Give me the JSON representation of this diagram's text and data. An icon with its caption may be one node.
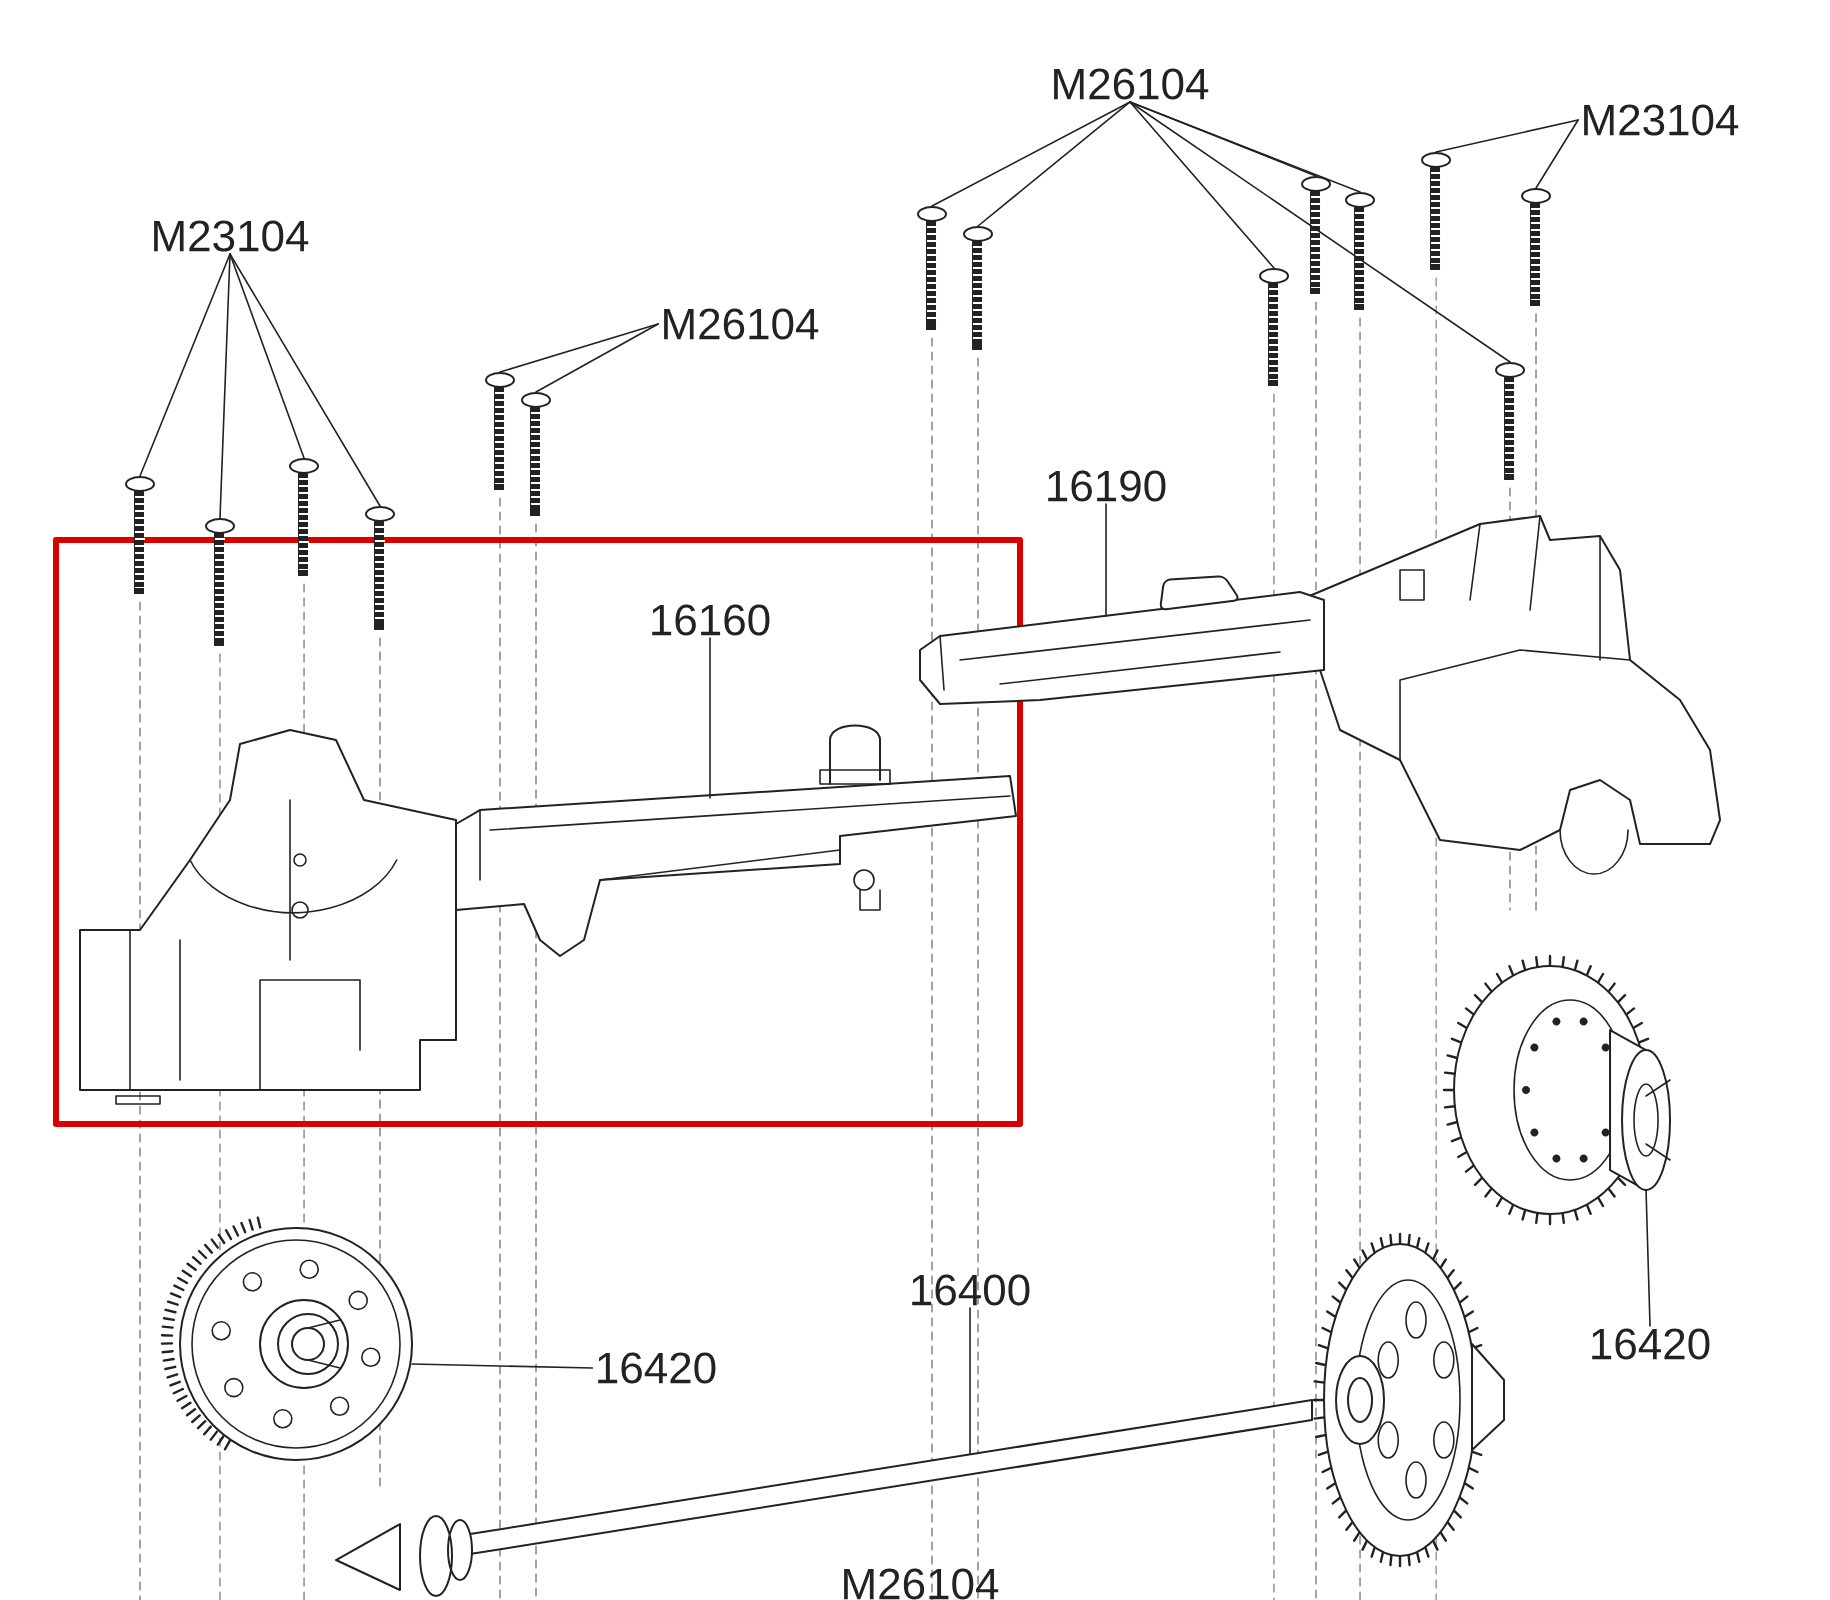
{
  "diagram": {
    "nodes": [
      {
        "text": [
          "M23104"
        ]
      },
      {
        "text": [],
        "shape": "picture"
      },
      {
        "text": [],
        "shape": "picture"
      },
      {
        "text": [],
        "shape": "picture"
      },
      {
        "text": [],
        "shape": "picture"
      },
      {
        "text": [
          "M26104"
        ]
      },
      {
        "text": [],
        "shape": "picture"
      },
      {
        "text": [],
        "shape": "picture"
      },
      {
        "text": [
          "M26104"
        ]
      },
      {
        "text": [],
        "shape": "picture"
      },
      {
        "text": [],
        "shape": "picture"
      },
      {
        "text": [],
        "shape": "picture"
      },
      {
        "text": [],
        "shape": "picture"
      },
      {
        "text": [],
        "shape": "picture"
      },
      {
        "text": [],
        "shape": "picture"
      },
      {
        "text": [
          "M23104"
        ]
      },
      {
        "text": [],
        "shape": "picture"
      },
      {
        "text": [],
        "shape": "picture"
      },
      {
        "text": [
          "16190"
        ]
      },
      {
        "text": [],
        "shape": "picture"
      },
      {
        "text": [
          "16160"
        ]
      },
      {
        "text": [],
        "shape": "picture"
      },
      {
        "text": [
          "16420"
        ]
      },
      {
        "text": [],
        "shape": "picture"
      },
      {
        "text": [
          "16420"
        ]
      },
      {
        "text": [],
        "shape": "picture"
      },
      {
        "text": [
          "16400"
        ]
      },
      {
        "text": [],
        "shape": "bar"
      }
    ],
    "edges": [
      {
        "from": 0,
        "to": 1,
        "arrow": "none"
      },
      {
        "from": 0,
        "to": 2,
        "arrow": "none"
      },
      {
        "from": 0,
        "to": 3,
        "arrow": "none"
      },
      {
        "from": 0,
        "to": 4,
        "arrow": "none"
      },
      {
        "from": 5,
        "to": 6,
        "arrow": "none"
      },
      {
        "from": 5,
        "to": 7,
        "arrow": "none"
      },
      {
        "from": 8,
        "to": 9,
        "arrow": "none"
      },
      {
        "from": 8,
        "to": 10,
        "arrow": "none"
      },
      {
        "from": 8,
        "to": 11,
        "arrow": "none"
      },
      {
        "from": 8,
        "to": 12,
        "arrow": "none"
      },
      {
        "from": 8,
        "to": 13,
        "arrow": "none"
      },
      {
        "from": 8,
        "to": 14,
        "arrow": "none"
      },
      {
        "from": 15,
        "to": 16,
        "arrow": "none"
      },
      {
        "from": 15,
        "to": 17,
        "arrow": "none"
      },
      {
        "from": 18,
        "to": 19,
        "arrow": "none"
      },
      {
        "from": 20,
        "to": 21,
        "arrow": "none"
      },
      {
        "from": 22,
        "to": 23,
        "arrow": "none"
      },
      {
        "from": 24,
        "to": 25,
        "arrow": "none"
      },
      {
        "from": 26,
        "to": 27,
        "arrow": "none"
      }
    ],
    "labels": [
      "M26104"
    ]
  }
}
